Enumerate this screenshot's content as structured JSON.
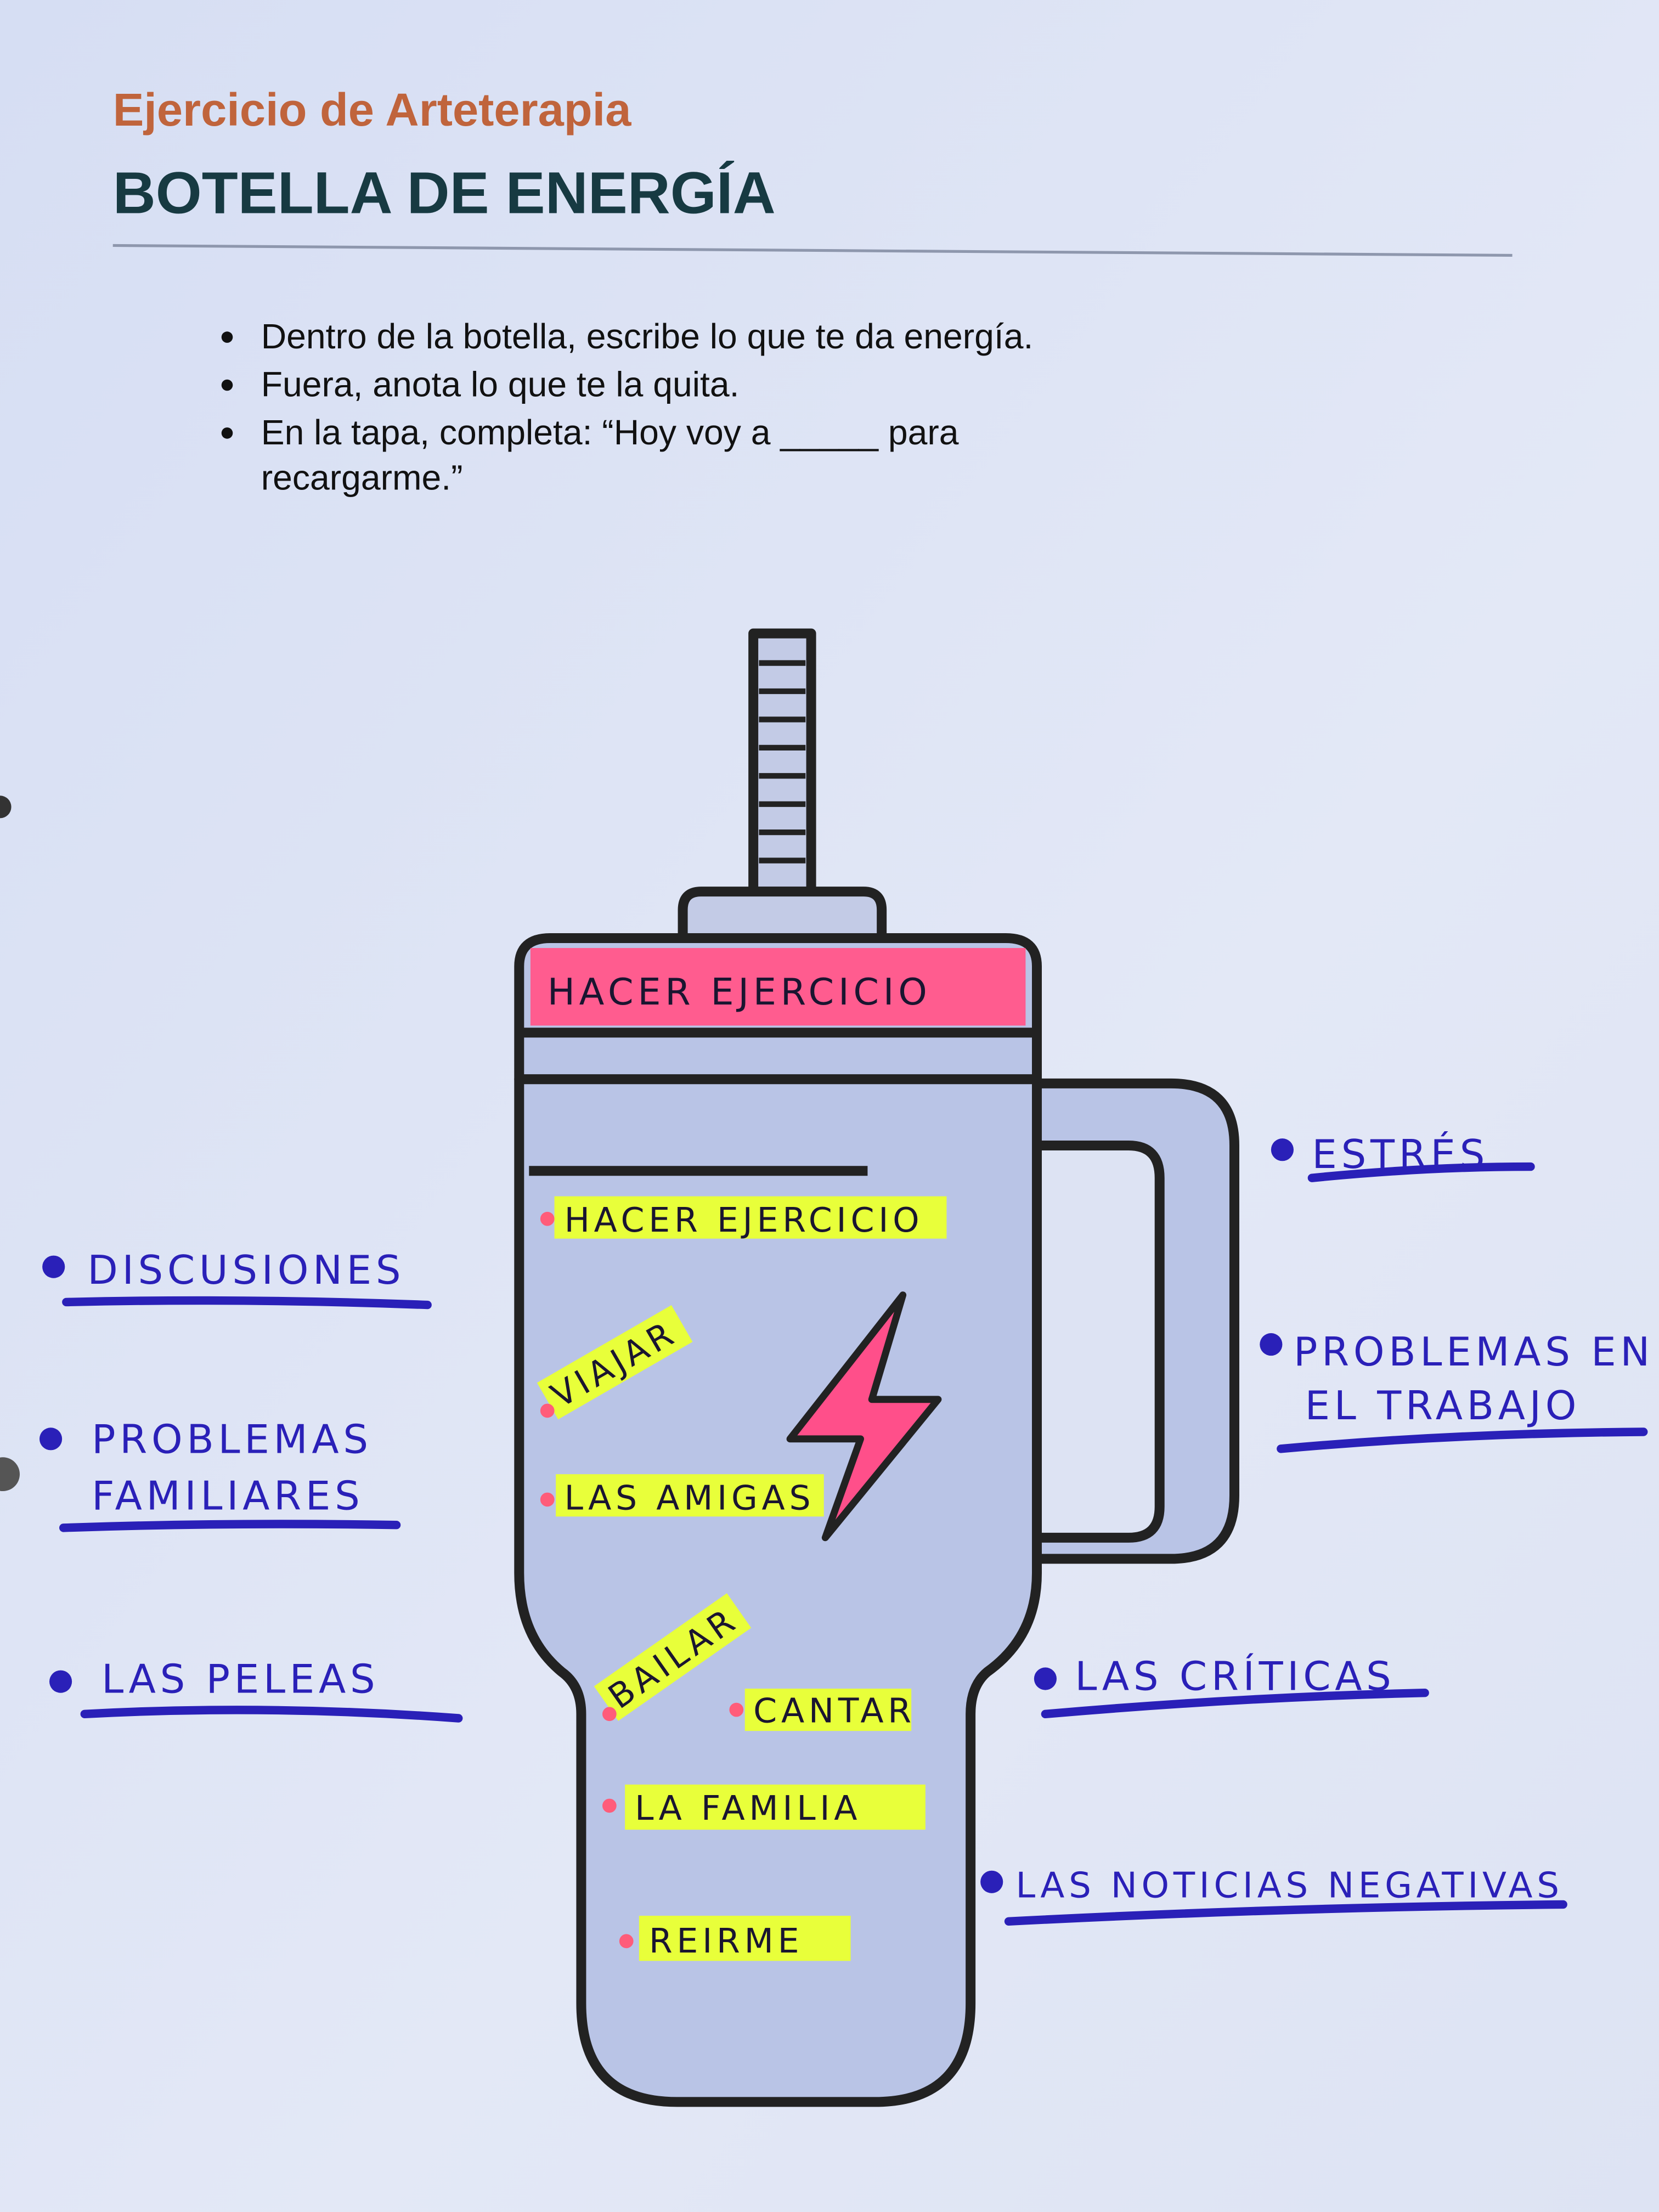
{
  "header": {
    "subtitle": "Ejercicio de Arteterapia",
    "title": "BOTELLA DE ENERGÍA"
  },
  "instructions": [
    "Dentro de la botella, escribe lo que te da energía.",
    "Fuera, anota lo que te la quita.",
    "En la tapa, completa: “Hoy voy a _____ para",
    "recargarme.”"
  ],
  "lid_answer": "HACER EJERCICIO",
  "inside_energy": [
    "HACER EJERCICIO",
    "VIAJAR",
    "LAS AMIGAS",
    "BAILAR",
    "CANTAR",
    "LA FAMILIA",
    "REIRME"
  ],
  "outside_drains_left": [
    "DISCUSIONES",
    "PROBLEMAS",
    "FAMILIARES",
    "LAS PELEAS"
  ],
  "outside_drains_right": [
    "ESTRÉS",
    "PROBLEMAS EN",
    "EL TRABAJO",
    "LAS CRÍTICAS",
    "LAS NOTICIAS NEGATIVAS"
  ],
  "colors": {
    "subtitle": "#c0643c",
    "title": "#173a42",
    "ink_blue": "#2a20b8",
    "highlight_yellow": "#e8ff3a",
    "highlight_pink": "#ff5c8f",
    "bottle_fill": "#b9c4e6"
  }
}
